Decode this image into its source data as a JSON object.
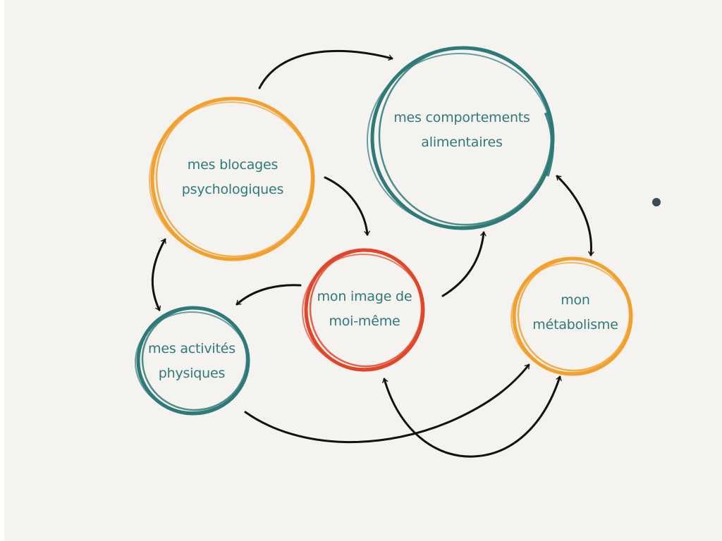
{
  "nodes": [
    {
      "id": "blocages",
      "line1": "mes blocages",
      "line2": "psychologiques",
      "color": "#f2a02e"
    },
    {
      "id": "comportements",
      "line1": "mes comportements",
      "line2": "alimentaires",
      "color": "#2e7a78"
    },
    {
      "id": "image",
      "line1": "mon image de",
      "line2": "moi-même",
      "color": "#e0472a"
    },
    {
      "id": "activites",
      "line1": "mes activités",
      "line2": "physiques",
      "color": "#2e7a78"
    },
    {
      "id": "metabolisme",
      "line1": "mon",
      "line2": "métabolisme",
      "color": "#f2a02e"
    }
  ],
  "arrow_color": "#111111",
  "background": "#f5f3f0",
  "text_color": "#2e7a78"
}
